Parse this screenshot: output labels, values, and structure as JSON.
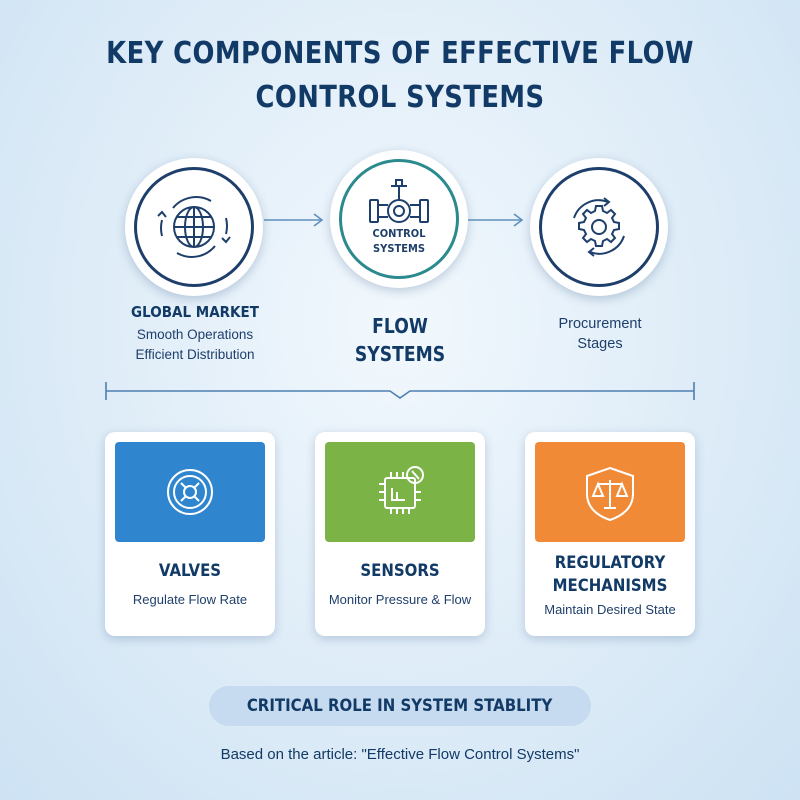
{
  "title": {
    "line1": "KEY COMPONENTS OF EFFECTIVE FLOW",
    "line2": "CONTROL SYSTEMS"
  },
  "stages": [
    {
      "icon": "globe-cycle-icon",
      "heading": "GLOBAL MARKET",
      "lines": [
        "Smooth Operations",
        "Efficient Distribution"
      ]
    },
    {
      "icon": "pipe-valve-icon",
      "inner_label_1": "CONTROL",
      "inner_label_2": "SYSTEMS",
      "heading_1": "FLOW",
      "heading_2": "SYSTEMS"
    },
    {
      "icon": "gear-cycle-icon",
      "lines": [
        "Procurement",
        "Stages"
      ]
    }
  ],
  "components": [
    {
      "icon": "valve-wheel-icon",
      "color": "#2f86cf",
      "title": "VALVES",
      "subtitle": "Regulate Flow Rate"
    },
    {
      "icon": "sensor-chip-icon",
      "color": "#7bb347",
      "title": "SENSORS",
      "subtitle": "Monitor Pressure & Flow"
    },
    {
      "icon": "shield-scales-icon",
      "color": "#f08a37",
      "title_1": "REGULATORY",
      "title_2": "MECHANISMS",
      "subtitle": "Maintain Desired State"
    }
  ],
  "banner": "CRITICAL ROLE IN SYSTEM STABLITY",
  "footer": "Based on the article: \"Effective Flow Control Systems\""
}
